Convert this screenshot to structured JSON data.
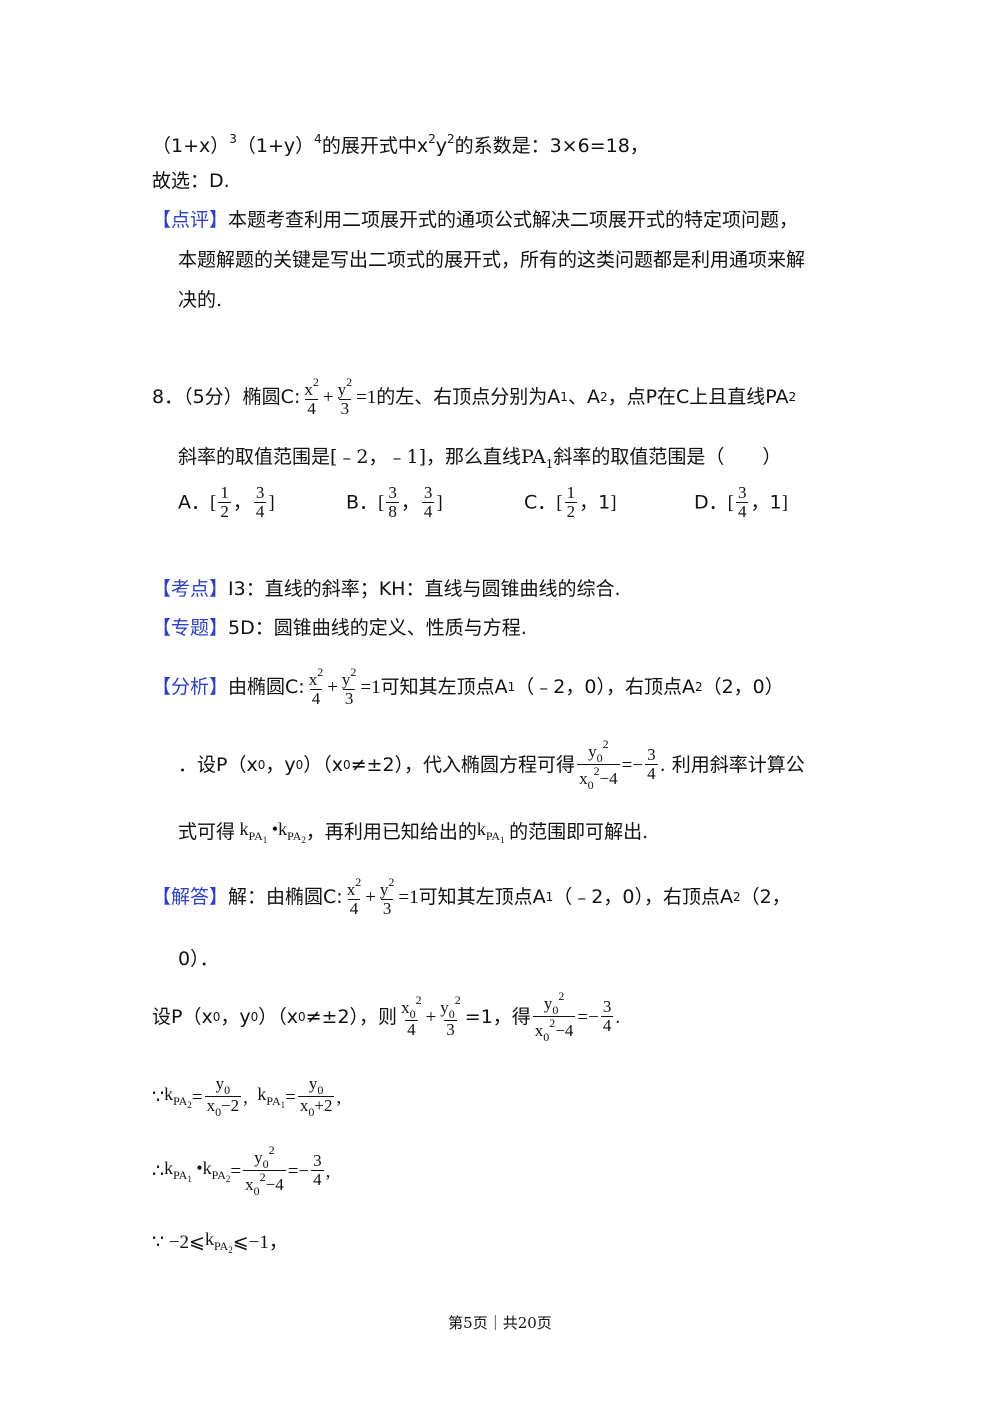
{
  "prev": {
    "l1_a": "（1+x）",
    "l1_b": "3",
    "l1_c": "（1+y）",
    "l1_d": "4",
    "l1_e": "的展开式中x",
    "l1_f": "2",
    "l1_g": "y",
    "l1_h": "2",
    "l1_i": "的系数是：3×6=18，",
    "l2": "故选：D.",
    "comment_tag": "【点评】",
    "comment_1": "本题考查利用二项展开式的通项公式解决二项展开式的特定项问题，",
    "comment_2": "本题解题的关键是写出二项式的展开式，所有的这类问题都是利用通项来解",
    "comment_3": "决的."
  },
  "q8": {
    "prefix": "8．（5分）椭圆C:",
    "mid": "的左、右顶点分别为A",
    "s1": "1",
    "t1": "、A",
    "s2": "2",
    "t2": "，点P在C上且直线PA",
    "s3": "2",
    "line2_a": "斜率的取值范围是[﹣2，﹣1]，那么直线PA",
    "s4": "1",
    "line2_b": "斜率的取值范围是（　　）",
    "optA": "A．",
    "optB": "B．",
    "optC": "C．",
    "optD": "D．",
    "one": "1"
  },
  "kaodian": {
    "tag": "【考点】",
    "text": "I3：直线的斜率；KH：直线与圆锥曲线的综合."
  },
  "zhuanti": {
    "tag": "【专题】",
    "text": "5D：圆锥曲线的定义、性质与方程."
  },
  "fenxi": {
    "tag": "【分析】",
    "a": "由椭圆C:",
    "b": "可知其左顶点A",
    "s1": "1",
    "c": "（﹣2，0），右顶点A",
    "s2": "2",
    "d": "（2，0）",
    "l2_a": "．设P（x",
    "s3": "0",
    "l2_b": "，y",
    "s4": "0",
    "l2_c": "）（x",
    "s5": "0",
    "l2_d": "≠±2），代入椭圆方程可得",
    "l2_e": "利用斜率计算公",
    "l3_a": "式可得",
    "l3_b": "，再利用已知给出的",
    "l3_c": "的范围即可解出."
  },
  "jieda": {
    "tag": "【解答】",
    "a": "解：由椭圆C:",
    "b": "可知其左顶点A",
    "s1": "1",
    "c": "（﹣2，0），右顶点A",
    "s2": "2",
    "d": "（2，",
    "l2": "0）．",
    "l3_a": "设P（x",
    "s3": "0",
    "l3_b": "，y",
    "s4": "0",
    "l3_c": "）（x",
    "s5": "0",
    "l3_d": "≠±2），则",
    "l3_e": "=1，得",
    "because": "∵",
    "therefore": "∴",
    "range_a": "∵ −2⩽",
    "range_b": "⩽−1，"
  },
  "footer": "第5页｜共20页"
}
